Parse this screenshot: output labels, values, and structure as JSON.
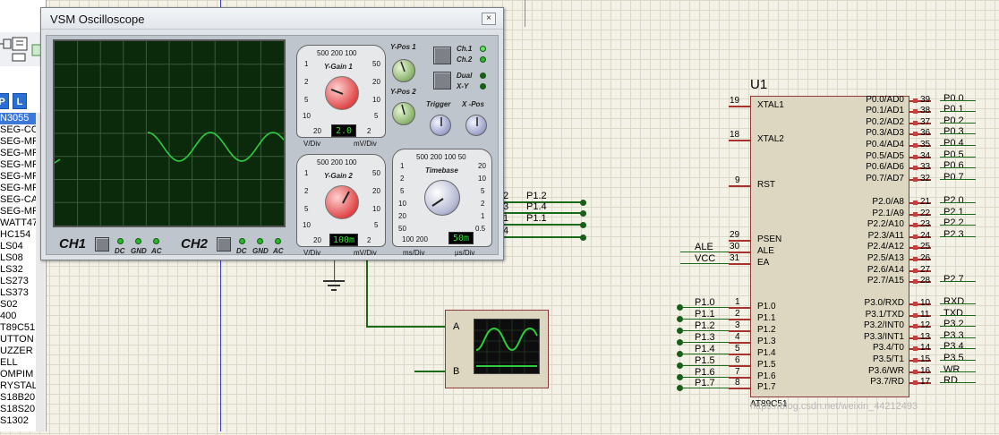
{
  "left_panel": {
    "tabs": [
      "P",
      "L"
    ],
    "items": [
      "N3055",
      "SEG-COM",
      "SEG-MPX",
      "SEG-MPX",
      "SEG-MPX",
      "SEG-MPX",
      "SEG-MPX",
      "SEG-CA",
      "SEG-MPX",
      "WATT47",
      "HC154",
      "LS04",
      "LS08",
      "LS32",
      "LS273",
      "LS373",
      "S02",
      "400",
      "T89C51",
      "UTTON",
      "UZZER",
      "ELL",
      "OMPIM",
      "RYSTAL",
      "S18B20",
      "S18S20",
      "S1302"
    ]
  },
  "oscilloscope": {
    "title": "VSM Oscilloscope",
    "close_label": "×",
    "ch1_label": "CH1",
    "ch2_label": "CH2",
    "coupling": [
      "DC",
      "GND",
      "AC"
    ],
    "ygain1": {
      "title": "Y-Gain 1",
      "scale_top": "500 200 100",
      "left_scale": [
        "1",
        "2",
        "5",
        "10",
        "20"
      ],
      "right_scale": [
        "50",
        "20",
        "10",
        "5",
        "2"
      ],
      "readout": "2.0",
      "unit_left": "V/Div",
      "unit_right": "mV/Div"
    },
    "ygain2": {
      "title": "Y-Gain 2",
      "scale_top": "500 200 100",
      "left_scale": [
        "1",
        "2",
        "5",
        "10",
        "20"
      ],
      "right_scale": [
        "50",
        "20",
        "10",
        "5",
        "2"
      ],
      "readout": "100m",
      "unit_left": "V/Div",
      "unit_right": "mV/Div"
    },
    "timebase": {
      "title": "Timebase",
      "scale_top": "500 200 100 50",
      "left_scale": [
        "1",
        "2",
        "5",
        "10",
        "20",
        "50"
      ],
      "bottom_left": "100 200",
      "right_scale": [
        "20",
        "10",
        "5",
        "2",
        "1",
        "0.5"
      ],
      "readout": "50m",
      "unit_left": "ms/Div",
      "unit_right": "µs/Div"
    },
    "ypos1": "Y-Pos 1",
    "ypos2": "Y-Pos 2",
    "trigger": "Trigger",
    "xpos": "X -Pos",
    "channels": {
      "ch1": "Ch.1",
      "ch2": "Ch.2",
      "dual": "Dual",
      "xy": "X-Y"
    },
    "colors": {
      "trace": "#2ecc40",
      "screen": "#0b2a0b",
      "grid": "#3a5a3a"
    }
  },
  "schematic": {
    "chip_ref": "U1",
    "chip_part": "AT89C51",
    "left_pins": [
      {
        "num": "19",
        "name": "XTAL1"
      },
      {
        "num": "18",
        "name": "XTAL2"
      },
      {
        "num": "9",
        "name": "RST"
      },
      {
        "num": "29",
        "name": "PSEN"
      },
      {
        "num": "30",
        "name": "ALE"
      },
      {
        "num": "31",
        "name": "EA"
      },
      {
        "num": "1",
        "name": "P1.0"
      },
      {
        "num": "2",
        "name": "P1.1"
      },
      {
        "num": "3",
        "name": "P1.2"
      },
      {
        "num": "4",
        "name": "P1.3"
      },
      {
        "num": "5",
        "name": "P1.4"
      },
      {
        "num": "6",
        "name": "P1.5"
      },
      {
        "num": "7",
        "name": "P1.6"
      },
      {
        "num": "8",
        "name": "P1.7"
      }
    ],
    "right_pins": [
      {
        "num": "39",
        "name": "P0.0/AD0",
        "net": "P0.0"
      },
      {
        "num": "38",
        "name": "P0.1/AD1",
        "net": "P0.1"
      },
      {
        "num": "37",
        "name": "P0.2/AD2",
        "net": "P0.2"
      },
      {
        "num": "36",
        "name": "P0.3/AD3",
        "net": "P0.3"
      },
      {
        "num": "35",
        "name": "P0.4/AD4",
        "net": "P0.4"
      },
      {
        "num": "34",
        "name": "P0.5/AD5",
        "net": "P0.5"
      },
      {
        "num": "33",
        "name": "P0.6/AD6",
        "net": "P0.6"
      },
      {
        "num": "32",
        "name": "P0.7/AD7",
        "net": "P0.7"
      },
      {
        "num": "21",
        "name": "P2.0/A8",
        "net": "P2.0"
      },
      {
        "num": "22",
        "name": "P2.1/A9",
        "net": "P2.1"
      },
      {
        "num": "23",
        "name": "P2.2/A10",
        "net": "P2.2"
      },
      {
        "num": "24",
        "name": "P2.3/A11",
        "net": "P2.3"
      },
      {
        "num": "25",
        "name": "P2.4/A12",
        "net": ""
      },
      {
        "num": "26",
        "name": "P2.5/A13",
        "net": ""
      },
      {
        "num": "27",
        "name": "P2.6/A14",
        "net": ""
      },
      {
        "num": "28",
        "name": "P2.7/A15",
        "net": "P2.7"
      },
      {
        "num": "10",
        "name": "P3.0/RXD",
        "net": "RXD"
      },
      {
        "num": "11",
        "name": "P3.1/TXD",
        "net": "TXD"
      },
      {
        "num": "12",
        "name": "P3.2/INT0",
        "net": "P3.2"
      },
      {
        "num": "13",
        "name": "P3.3/INT1",
        "net": "P3.3"
      },
      {
        "num": "14",
        "name": "P3.4/T0",
        "net": "P3.4"
      },
      {
        "num": "15",
        "name": "P3.5/T1",
        "net": "P3.5"
      },
      {
        "num": "16",
        "name": "P3.6/WR",
        "net": "WR"
      },
      {
        "num": "17",
        "name": "P3.7/RD",
        "net": "RD"
      }
    ],
    "left_nets": {
      "ale": "ALE",
      "vcc": "VCC",
      "p1": [
        "P1.0",
        "P1.1",
        "P1.2",
        "P1.3",
        "P1.4",
        "P1.5",
        "P1.6",
        "P1.7"
      ]
    },
    "osc_wires": [
      {
        "num": "2",
        "net": "P1.2"
      },
      {
        "num": "3",
        "net": "P1.4"
      },
      {
        "num": "1",
        "net": "P1.1"
      },
      {
        "num": "4",
        "net": ""
      }
    ],
    "mini_scope": {
      "input_a": "A",
      "input_b": "B"
    }
  },
  "watermark": "https://blog.csdn.net/weixin_44212493"
}
